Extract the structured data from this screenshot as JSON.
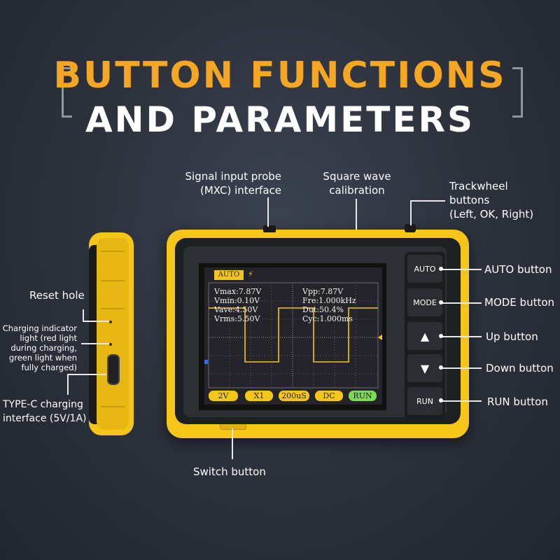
{
  "title": {
    "line1": "BUTTON FUNCTIONS",
    "line2": "AND PARAMETERS"
  },
  "labels": {
    "probe": [
      "Signal input probe",
      "(MXC) interface"
    ],
    "square_wave": [
      "Square wave",
      "calibration"
    ],
    "trackwheel": [
      "Trackwheel",
      "buttons",
      "(Left, OK, Right)"
    ],
    "auto": "AUTO button",
    "mode": "MODE button",
    "up": "Up button",
    "down": "Down button",
    "run": "RUN button",
    "switch": "Switch button",
    "reset": "Reset hole",
    "charging": [
      "Charging indicator",
      "light (red light",
      "during charging,",
      "green light when",
      "fully charged)"
    ],
    "typec": [
      "TYPE-C charging",
      "interface (5V/1A)"
    ]
  },
  "device": {
    "buttons": {
      "auto": "AUTO",
      "mode": "MODE",
      "up": "▲",
      "down": "▼",
      "run": "RUN"
    },
    "screen": {
      "mode_badge": "AUTO",
      "measurements": {
        "vmax": "Vmax:7.87V",
        "vmin": "Vmin:0.10V",
        "vave": "Vave:4.50V",
        "vrms": "Vrms:5.50V",
        "vpp": "Vpp:7.87V",
        "fre": "Fre:1.000kHz",
        "dut": "Dut:50.4%",
        "cyc": "Cyc:1.000ms"
      },
      "bottom_bar": {
        "volts_div": "2V",
        "probe_mult": "X1",
        "time_div": "200uS",
        "coupling": "DC",
        "state": "RUN"
      }
    }
  },
  "colors": {
    "title_orange": "#f5a623",
    "device_yellow": "#f5c518",
    "waveform": "#f5c518",
    "run_chip": "#7ed957"
  }
}
